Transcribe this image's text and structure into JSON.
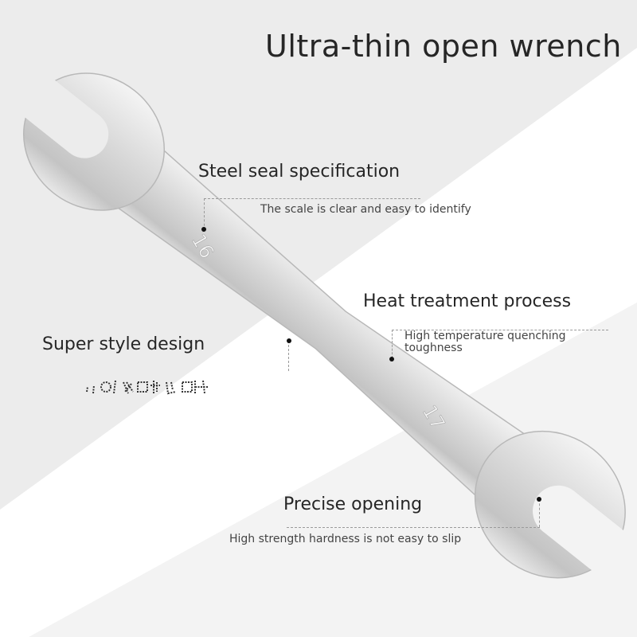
{
  "title": "Ultra-thin open wrench",
  "wrench": {
    "size_top": "16",
    "size_bottom": "17"
  },
  "features": [
    {
      "heading": "Steel seal specification",
      "detail": "The scale is clear and easy to identify"
    },
    {
      "heading": "Heat treatment process",
      "detail": "High temperature quenching toughness"
    },
    {
      "heading": "Super style design"
    },
    {
      "heading": "Precise opening",
      "detail": "High strength hardness is not easy to slip"
    }
  ],
  "colors": {
    "background": "#ececec",
    "band": "#ffffff",
    "steel": "#d4d4d4"
  }
}
